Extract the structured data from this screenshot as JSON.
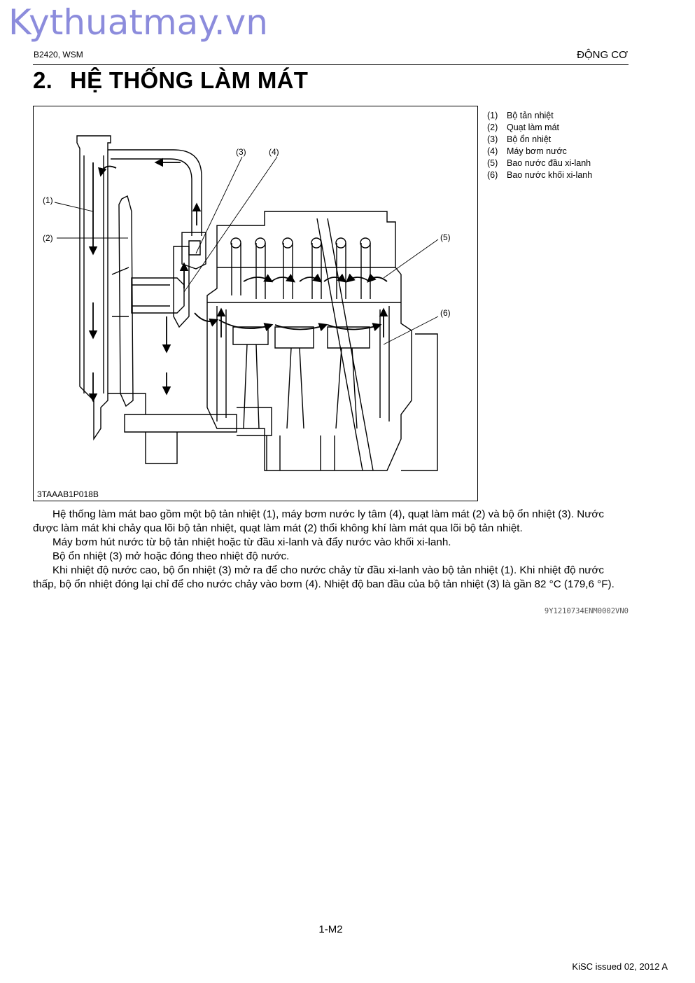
{
  "watermark": "Kythuatmay.vn",
  "header": {
    "model": "B2420, WSM",
    "section": "ĐỘNG CƠ"
  },
  "title": {
    "number": "2.",
    "text": "HỆ THỐNG LÀM MÁT"
  },
  "figure": {
    "code": "3TAAAB1P018B",
    "callouts": [
      "(1)",
      "(2)",
      "(3)",
      "(4)",
      "(5)",
      "(6)"
    ]
  },
  "legend": [
    {
      "num": "(1)",
      "label": "Bộ tản nhiệt"
    },
    {
      "num": "(2)",
      "label": "Quạt làm mát"
    },
    {
      "num": "(3)",
      "label": "Bộ ổn nhiệt"
    },
    {
      "num": "(4)",
      "label": "Máy bơm nước"
    },
    {
      "num": "(5)",
      "label": "Bao nước đầu xi-lanh"
    },
    {
      "num": "(6)",
      "label": "Bao nước khối xi-lanh"
    }
  ],
  "paragraphs": [
    "Hệ thống làm mát bao gồm một bộ tản nhiệt (1), máy bơm nước ly tâm (4), quạt làm mát (2) và bộ ổn nhiệt (3). Nước được làm mát khi chảy qua lõi bộ tản nhiệt, quạt làm mát (2) thổi không khí làm mát qua lõi bộ tản nhiệt.",
    "Máy bơm hút nước từ bộ tản nhiệt hoặc từ đầu xi-lanh và đẩy nước vào khối xi-lanh.",
    "Bộ ổn nhiệt (3) mở hoặc đóng theo nhiệt độ nước.",
    "Khi nhiệt độ nước cao, bộ ổn nhiệt (3) mở ra để cho nước chảy từ đầu xi-lanh vào bộ tản nhiệt (1). Khi nhiệt độ nước thấp, bộ ổn nhiệt đóng lại chỉ để cho nước chảy vào bơm (4). Nhiệt độ ban đầu của bộ tản nhiệt (3) là gần 82 °C (179,6 °F)."
  ],
  "doc_ref": "9Y1210734ENM0002VN0",
  "page_number": "1-M2",
  "footer": "KiSC issued 02, 2012 A"
}
